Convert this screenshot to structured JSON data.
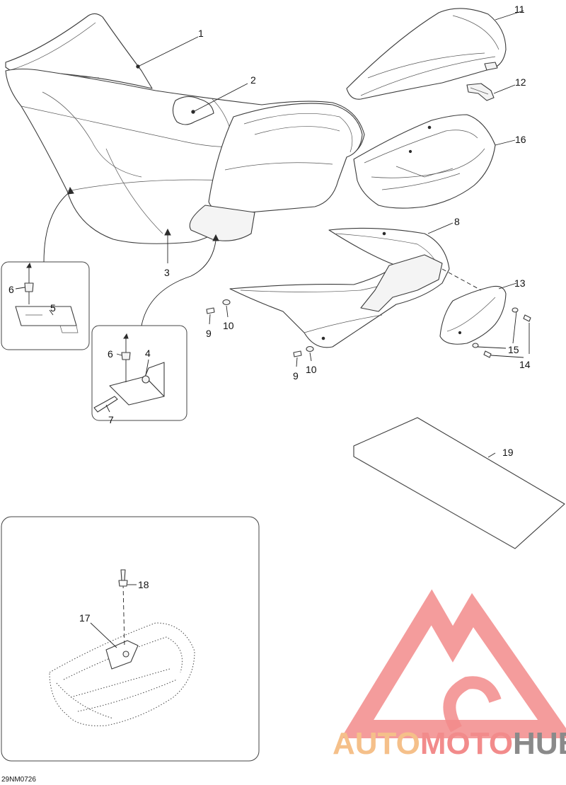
{
  "diagram_code": "29NM0726",
  "callouts": {
    "c1": "1",
    "c2": "2",
    "c3": "3",
    "c4": "4",
    "c5": "5",
    "c6a": "6",
    "c6b": "6",
    "c7": "7",
    "c8": "8",
    "c9a": "9",
    "c9b": "9",
    "c10a": "10",
    "c10b": "10",
    "c11": "11",
    "c12": "12",
    "c13": "13",
    "c14": "14",
    "c15": "15",
    "c16": "16",
    "c17": "17",
    "c18": "18",
    "c19": "19"
  },
  "watermark": {
    "part1": "AUTO",
    "part2": "MOTO",
    "part3": "HUB",
    "color1": "#f5c08a",
    "color2": "#f28b8b",
    "color3": "#8a8a8a"
  }
}
